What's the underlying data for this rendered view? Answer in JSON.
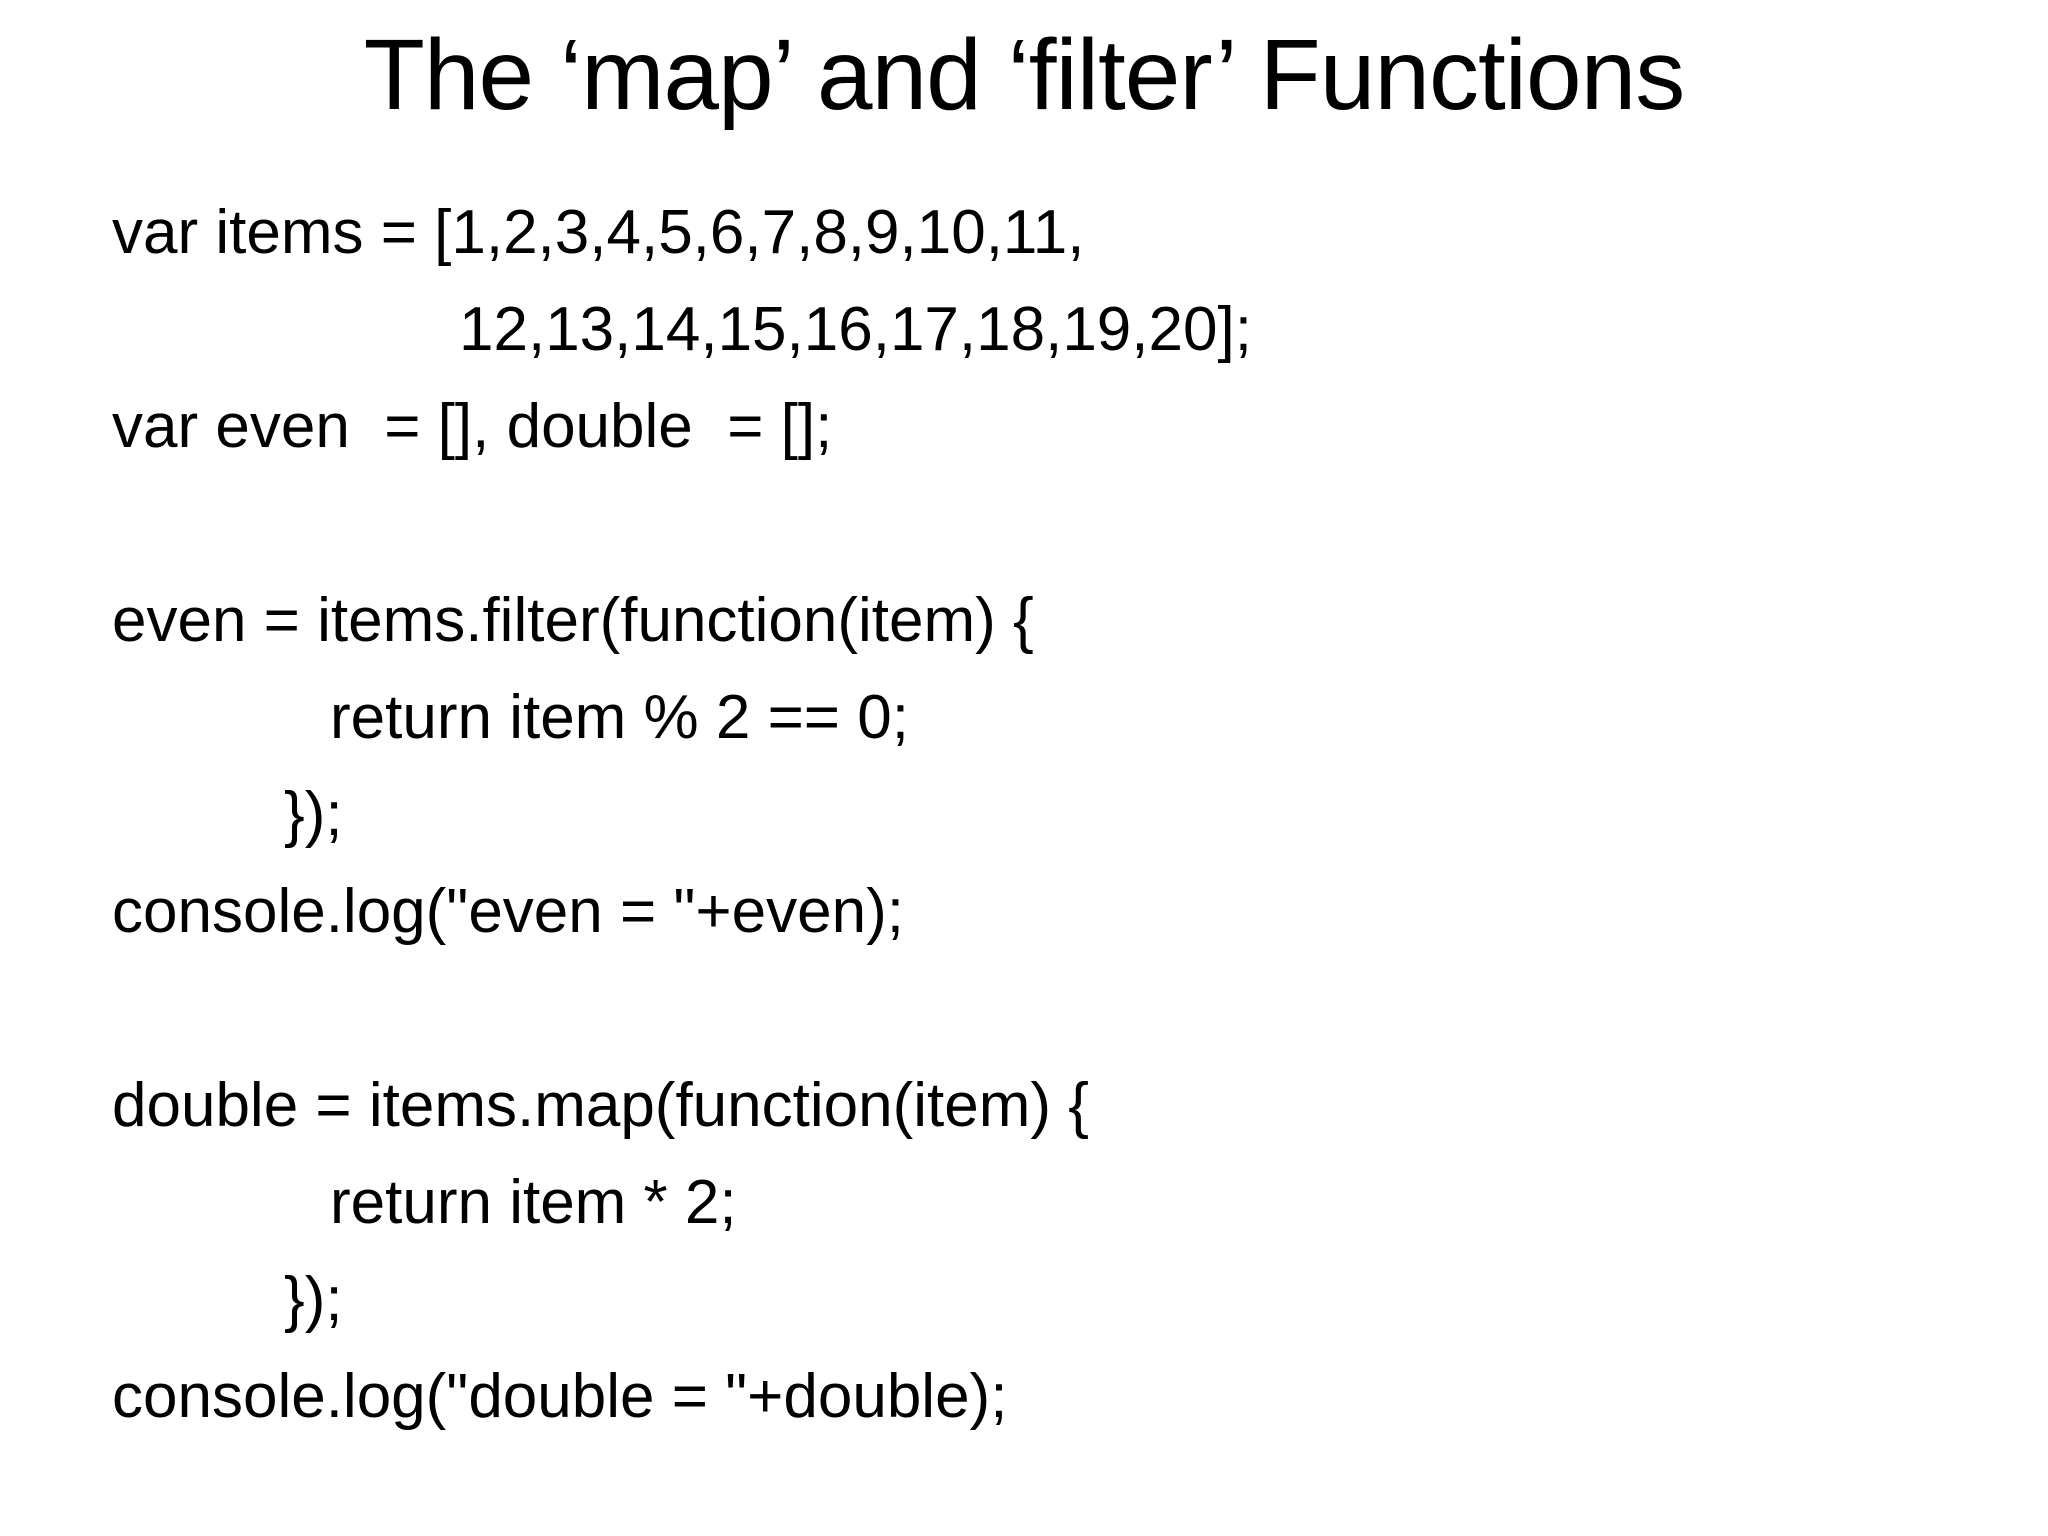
{
  "slide": {
    "title": "The ‘map’ and ‘filter’ Functions",
    "colors": {
      "background": "#ffffff",
      "text": "#000000"
    },
    "code": {
      "language": "javascript",
      "lines": [
        "var items = [1,2,3,4,5,6,7,8,9,10,11,",
        "12,13,14,15,16,17,18,19,20];",
        "var even  = [], double  = [];",
        "",
        "even = items.filter(function(item) {",
        "return item % 2 == 0;",
        "});",
        "console.log(\"even = \"+even);",
        "",
        "double = items.map(function(item) {",
        "return item * 2;",
        "});",
        "console.log(\"double = \"+double);"
      ]
    }
  }
}
